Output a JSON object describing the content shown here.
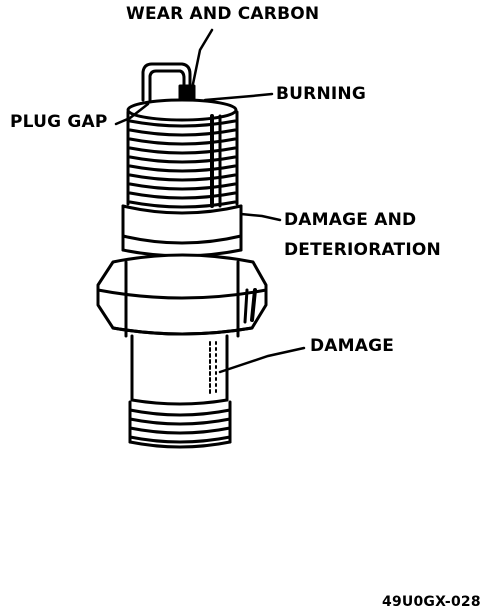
{
  "labels": {
    "wear_carbon": "WEAR AND CARBON",
    "burning": "BURNING",
    "plug_gap": "PLUG GAP",
    "damage_deterioration_1": "DAMAGE AND",
    "damage_deterioration_2": "DETERIORATION",
    "damage": "DAMAGE"
  },
  "figure_code": "49U0GX-028"
}
